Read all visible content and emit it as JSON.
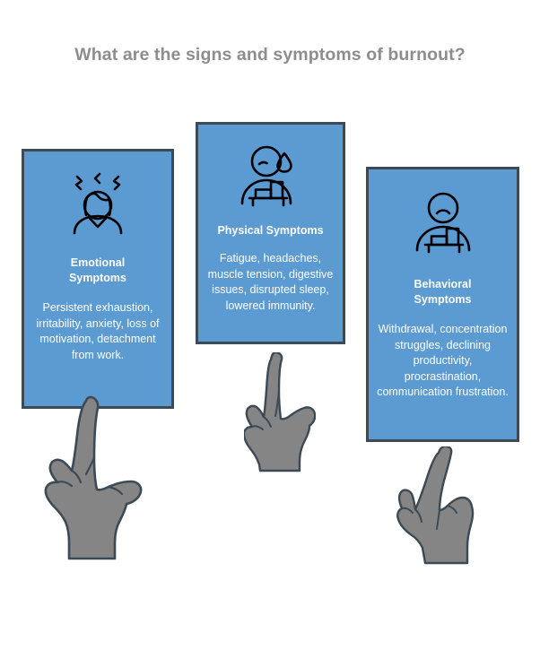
{
  "page": {
    "title": "What are the signs and symptoms of burnout?",
    "background_color": "#ffffff",
    "title_color": "#8d8d8d"
  },
  "theme": {
    "card_fill": "#5b9bd1",
    "card_border": "#3c4a55",
    "card_text": "#ffffff",
    "icon_stroke": "#000000",
    "hand_fill": "#858585",
    "hand_stroke": "#3c4a55"
  },
  "cards": [
    {
      "id": "emotional",
      "icon": "stressed-person-icon",
      "heading": "Emotional\nSymptoms",
      "heading_line1": "Emotional",
      "heading_line2": "Symptoms",
      "body": "Persistent exhaustion, irritability, anxiety, loss of motivation, detachment from work."
    },
    {
      "id": "physical",
      "icon": "sweating-person-at-desk-icon",
      "heading": "Physical Symptoms",
      "heading_line1": "Physical Symptoms",
      "heading_line2": "",
      "body": "Fatigue, headaches, muscle tension, digestive issues, disrupted sleep, lowered immunity."
    },
    {
      "id": "behavioral",
      "icon": "sad-person-at-desk-icon",
      "heading": "Behavioral\nSymptoms",
      "heading_line1": "Behavioral",
      "heading_line2": "Symptoms",
      "body": "Withdrawal, concentration struggles, declining productivity, procrastination, communication frustration."
    }
  ],
  "hands": [
    {
      "id": "hand-emotional",
      "icon": "pointing-up-hand-icon"
    },
    {
      "id": "hand-physical",
      "icon": "pointing-up-hand-icon"
    },
    {
      "id": "hand-behavioral",
      "icon": "pointing-up-hand-icon"
    }
  ]
}
